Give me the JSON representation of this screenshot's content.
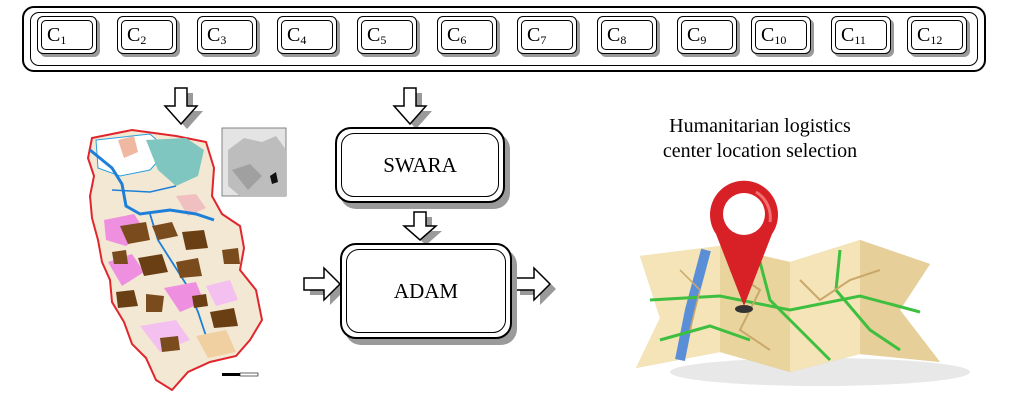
{
  "criteria": [
    {
      "base": "C",
      "sub": "1"
    },
    {
      "base": "C",
      "sub": "2"
    },
    {
      "base": "C",
      "sub": "3"
    },
    {
      "base": "C",
      "sub": "4"
    },
    {
      "base": "C",
      "sub": "5"
    },
    {
      "base": "C",
      "sub": "6"
    },
    {
      "base": "C",
      "sub": "7"
    },
    {
      "base": "C",
      "sub": "8"
    },
    {
      "base": "C",
      "sub": "9"
    },
    {
      "base": "C",
      "sub": "10"
    },
    {
      "base": "C",
      "sub": "11"
    },
    {
      "base": "C",
      "sub": "12"
    }
  ],
  "methods": {
    "swara": "SWARA",
    "adam": "ADAM"
  },
  "output": {
    "line1": "Humanitarian logistics",
    "line2": "center location selection"
  },
  "colors": {
    "outline": "#000000",
    "shadow": "#9a9a9a",
    "pin": "#d82027",
    "road": "#3fbf3f",
    "river": "#5a8fd8",
    "map_paper": "#f1dfb2"
  }
}
